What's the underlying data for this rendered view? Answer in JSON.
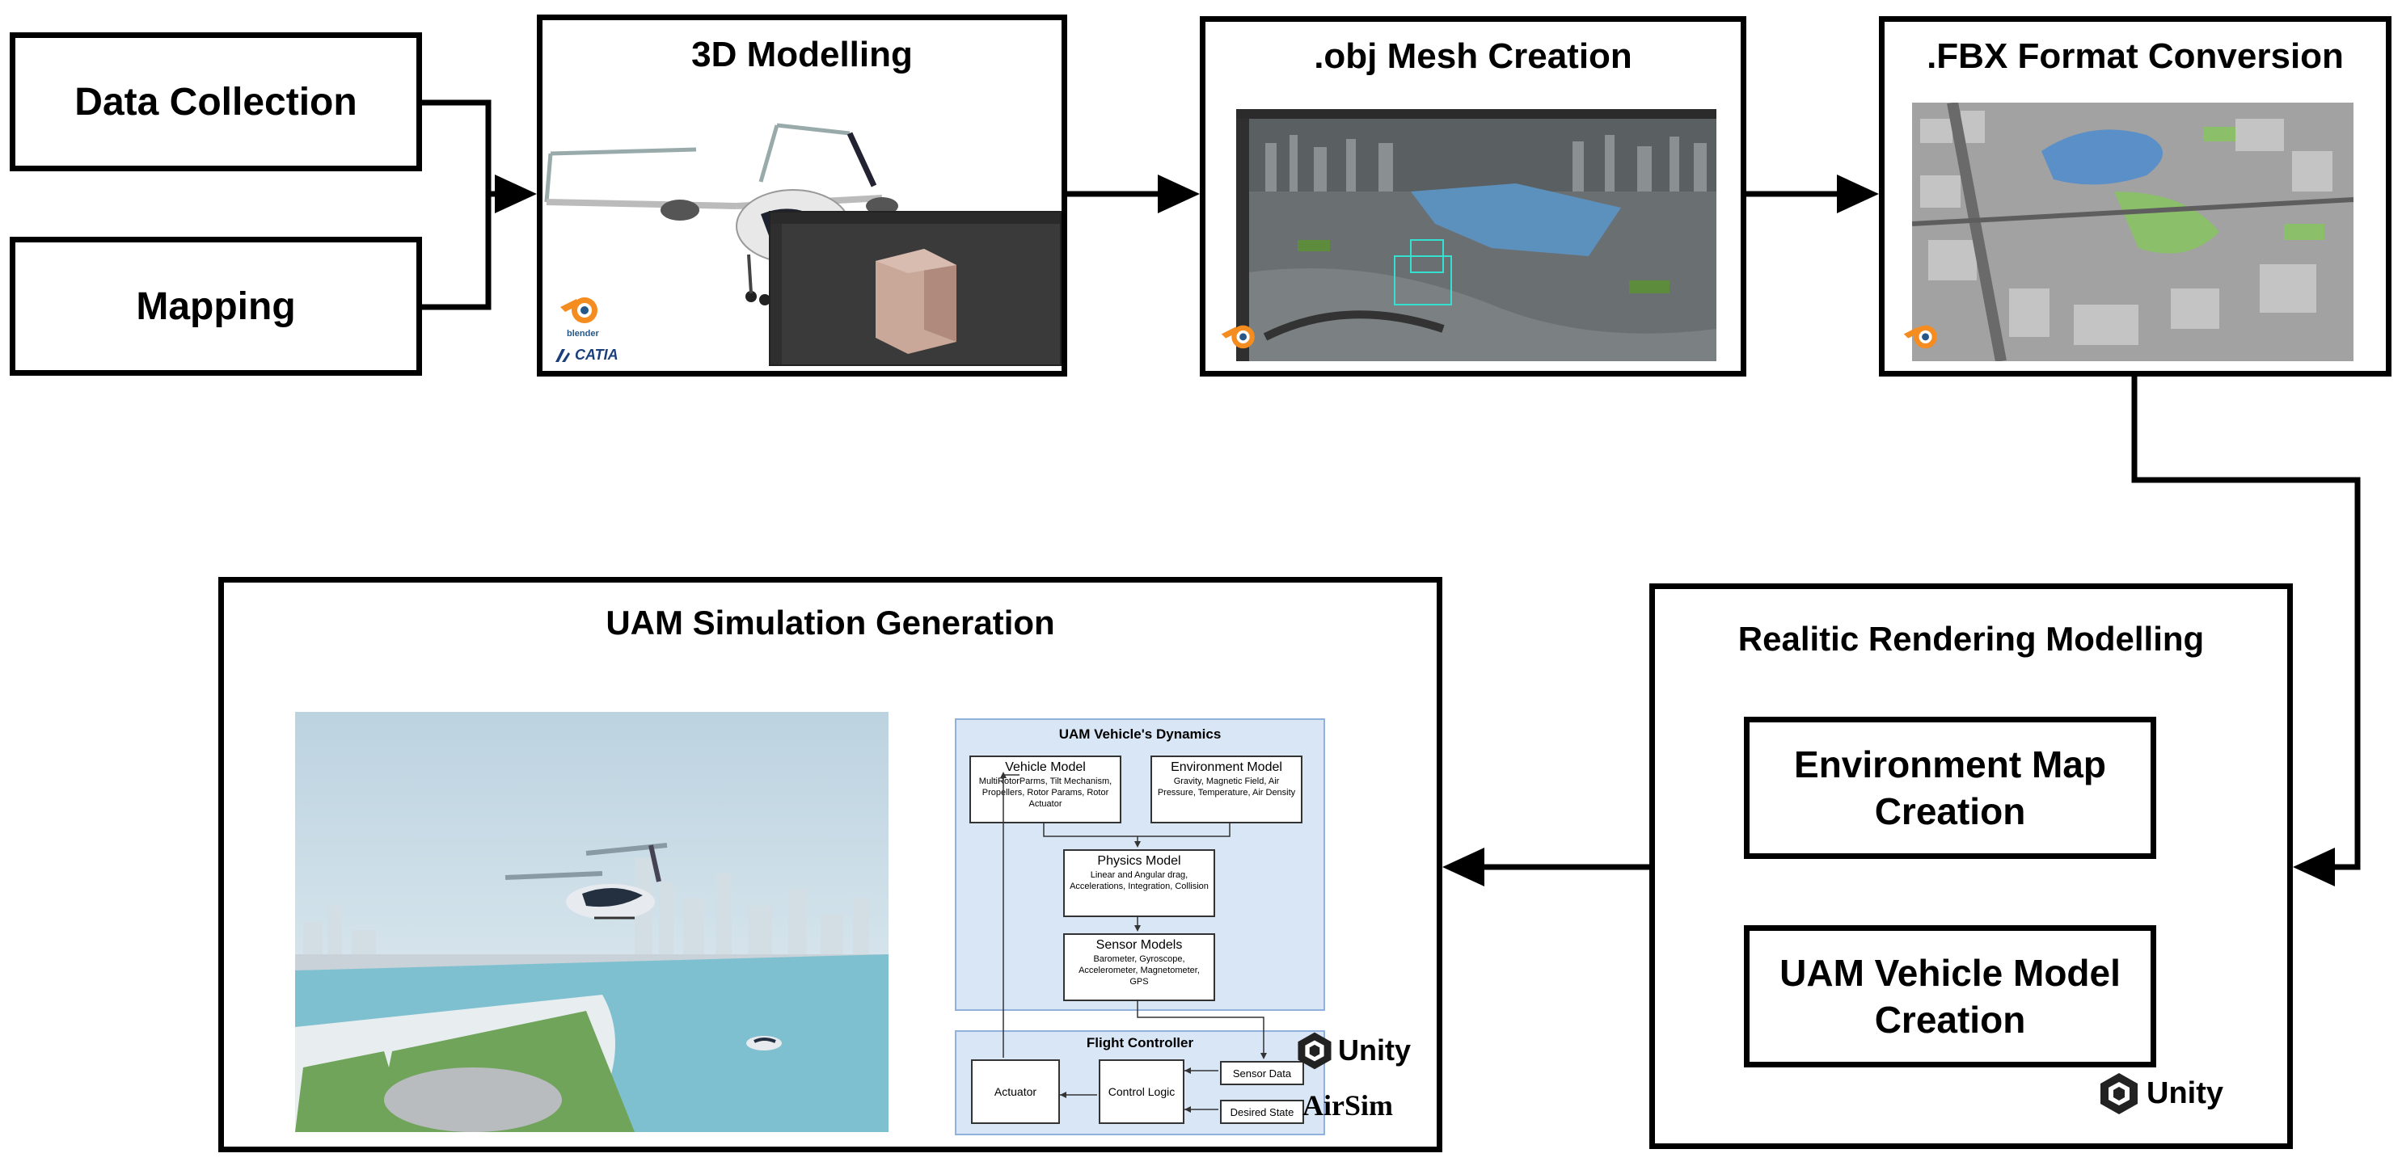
{
  "nodes": {
    "data_collection": "Data Collection",
    "mapping": "Mapping",
    "modelling_3d": "3D Modelling",
    "obj_mesh": ".obj Mesh Creation",
    "fbx_conversion": ".FBX Format Conversion",
    "uam_simulation": "UAM Simulation Generation",
    "realistic_rendering": "Realitic Rendering Modelling",
    "env_map": "Environment Map Creation",
    "uam_vehicle_model": "UAM Vehicle Model Creation"
  },
  "logos": {
    "blender": "blender",
    "catia": "CATIA",
    "unity": "Unity",
    "airsim": "AirSim"
  },
  "dynamics": {
    "title": "UAM Vehicle's Dynamics",
    "vehicle_model": {
      "title": "Vehicle Model",
      "body": "MultiRotorParms, Tilt Mechanism, Propellers, Rotor Params, Rotor Actuator"
    },
    "environment_model": {
      "title": "Environment Model",
      "body": "Gravity, Magnetic Field, Air Pressure, Temperature, Air Density"
    },
    "physics_model": {
      "title": "Physics Model",
      "body": "Linear and Angular drag, Accelerations, Integration, Collision"
    },
    "sensor_models": {
      "title": "Sensor Models",
      "body": "Barometer, Gyroscope, Accelerometer, Magnetometer, GPS"
    },
    "flight_controller": "Flight Controller",
    "actuator": "Actuator",
    "control_logic": "Control Logic",
    "sensor_data": "Sensor Data",
    "desired_state": "Desired State"
  },
  "colors": {
    "dynamics_bg": "#d9e6f6",
    "dynamics_border": "#8fb1dc",
    "water": "#6fb7cf",
    "sky": "#cfe3ef",
    "grass": "#6fa45a",
    "blender_orange": "#f58c1f",
    "blender_blue": "#265787"
  }
}
